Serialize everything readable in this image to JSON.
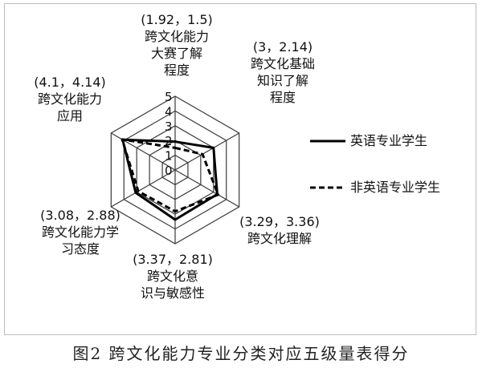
{
  "caption": "图2   跨文化能力专业分类对应五级量表得分",
  "chart_data": {
    "type": "radar",
    "title": "",
    "rlim": [
      0,
      5
    ],
    "tick_labels": [
      "0",
      "1",
      "2",
      "3",
      "4",
      "5"
    ],
    "axes": [
      {
        "label": "跨文化能力大赛了解程度",
        "lines": [
          "跨文化能力",
          "大赛了解",
          "程度"
        ],
        "value_label": "(1.92，1.5)"
      },
      {
        "label": "跨文化基础知识了解程度",
        "lines": [
          "跨文化基础",
          "知识了解",
          "程度"
        ],
        "value_label": "(3，2.14)"
      },
      {
        "label": "跨文化理解",
        "lines": [
          "跨文化理解"
        ],
        "value_label": "(3.29，3.36)"
      },
      {
        "label": "跨文化意识与敏感性",
        "lines": [
          "跨文化意",
          "识与敏感性"
        ],
        "value_label": "(3.37，2.81)"
      },
      {
        "label": "跨文化能力学习态度",
        "lines": [
          "跨文化能力学",
          "习态度"
        ],
        "value_label": "(3.08，2.88)"
      },
      {
        "label": "跨文化能力应用",
        "lines": [
          "跨文化能力",
          "应用"
        ],
        "value_label": "(4.1，4.14)"
      }
    ],
    "series": [
      {
        "name": "英语专业学生",
        "style": "solid",
        "color": "#000000",
        "values": [
          1.92,
          3,
          3.29,
          3.37,
          3.08,
          4.1
        ]
      },
      {
        "name": "非英语专业学生",
        "style": "dashed",
        "color": "#000000",
        "values": [
          1.5,
          2.14,
          3.36,
          2.81,
          2.88,
          4.14
        ]
      }
    ],
    "legend": {
      "placement": "right",
      "entries": [
        "英语专业学生",
        "非英语专业学生"
      ]
    }
  }
}
